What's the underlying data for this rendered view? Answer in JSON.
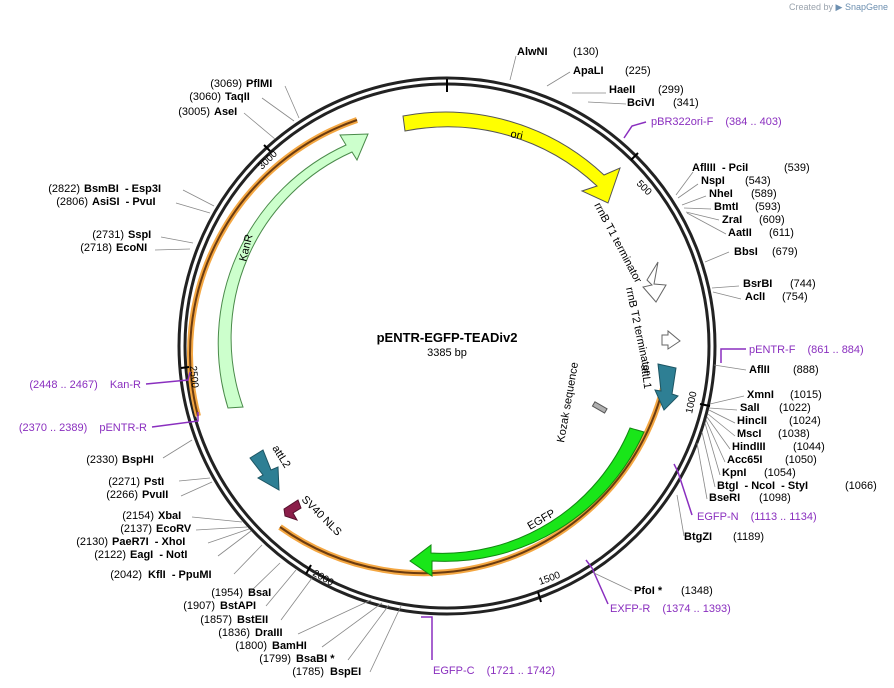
{
  "credit": {
    "prefix": "Created by",
    "brand": "SnapGene"
  },
  "plasmid": {
    "name": "pENTR-EGFP-TEADiv2",
    "size_label": "3385 bp",
    "length": 3385
  },
  "ticks": [
    "500",
    "1000",
    "1500",
    "2000",
    "2500",
    "3000"
  ],
  "features": [
    {
      "label": "ori",
      "color": "#ffff00"
    },
    {
      "label": "rrnB T1 terminator",
      "color": "#ffffff"
    },
    {
      "label": "rrnB T2 terminator",
      "color": "#ffffff"
    },
    {
      "label": "attL1",
      "color": "#2e7f94"
    },
    {
      "label": "Kozak sequence",
      "color": "#b0b0b0"
    },
    {
      "label": "EGFP",
      "color": "#19e619"
    },
    {
      "label": "SV40 NLS",
      "color": "#8b1e4a"
    },
    {
      "label": "attL2",
      "color": "#2e7f94"
    },
    {
      "label": "KanR",
      "color": "#ccffcc"
    }
  ],
  "primers": [
    {
      "name": "pBR322ori-F",
      "range": "(384 .. 403)"
    },
    {
      "name": "pENTR-F",
      "range": "(861 .. 884)"
    },
    {
      "name": "EGFP-N",
      "range": "(1113 .. 1134)"
    },
    {
      "name": "EXFP-R",
      "range": "(1374 .. 1393)"
    },
    {
      "name": "EGFP-C",
      "range": "(1721 .. 1742)"
    },
    {
      "name": "pENTR-R",
      "range": "(2370 .. 2389)"
    },
    {
      "name": "Kan-R",
      "range": "(2448 .. 2467)"
    }
  ],
  "enzymes_right": [
    {
      "name": "AlwNI",
      "pos": "(130)"
    },
    {
      "name": "ApaLI",
      "pos": "(225)"
    },
    {
      "name": "HaeII",
      "pos": "(299)"
    },
    {
      "name": "BciVI",
      "pos": "(341)"
    },
    {
      "name": "AflIII  - PciI",
      "pos": "(539)"
    },
    {
      "name": "NspI",
      "pos": "(543)"
    },
    {
      "name": "NheI",
      "pos": "(589)"
    },
    {
      "name": "BmtI",
      "pos": "(593)"
    },
    {
      "name": "ZraI",
      "pos": "(609)"
    },
    {
      "name": "AatII",
      "pos": "(611)"
    },
    {
      "name": "BbsI",
      "pos": "(679)"
    },
    {
      "name": "BsrBI",
      "pos": "(744)"
    },
    {
      "name": "AclI",
      "pos": "(754)"
    },
    {
      "name": "AflII",
      "pos": "(888)"
    },
    {
      "name": "XmnI",
      "pos": "(1015)"
    },
    {
      "name": "SalI",
      "pos": "(1022)"
    },
    {
      "name": "HincII",
      "pos": "(1024)"
    },
    {
      "name": "MscI",
      "pos": "(1038)"
    },
    {
      "name": "HindIII",
      "pos": "(1044)"
    },
    {
      "name": "Acc65I",
      "pos": "(1050)"
    },
    {
      "name": "KpnI",
      "pos": "(1054)"
    },
    {
      "name": "BtgI  - NcoI  - StyI",
      "pos": "(1066)"
    },
    {
      "name": "BseRI",
      "pos": "(1098)"
    },
    {
      "name": "BtgZI",
      "pos": "(1189)"
    },
    {
      "name": "PfoI *",
      "pos": "(1348)"
    }
  ],
  "enzymes_left": [
    {
      "name": "PflMI",
      "pos": "(3069)"
    },
    {
      "name": "TaqII",
      "pos": "(3060)"
    },
    {
      "name": "AseI",
      "pos": "(3005)"
    },
    {
      "name": "BsmBI  - Esp3I",
      "pos": "(2822)"
    },
    {
      "name": "AsiSI  - PvuI",
      "pos": "(2806)"
    },
    {
      "name": "SspI",
      "pos": "(2731)"
    },
    {
      "name": "EcoNI",
      "pos": "(2718)"
    },
    {
      "name": "BspHI",
      "pos": "(2330)"
    },
    {
      "name": "PstI",
      "pos": "(2271)"
    },
    {
      "name": "PvuII",
      "pos": "(2266)"
    },
    {
      "name": "XbaI",
      "pos": "(2154)"
    },
    {
      "name": "EcoRV",
      "pos": "(2137)"
    },
    {
      "name": "PaeR7I  - XhoI",
      "pos": "(2130)"
    },
    {
      "name": "EagI  - NotI",
      "pos": "(2122)"
    },
    {
      "name": "KflI  - PpuMI",
      "pos": "(2042)"
    },
    {
      "name": "BsaI",
      "pos": "(1954)"
    },
    {
      "name": "BstAPI",
      "pos": "(1907)"
    },
    {
      "name": "BstEII",
      "pos": "(1857)"
    },
    {
      "name": "DraIII",
      "pos": "(1836)"
    },
    {
      "name": "BamHI",
      "pos": "(1800)"
    },
    {
      "name": "BsaBI *",
      "pos": "(1799)"
    },
    {
      "name": "BspEI",
      "pos": "(1785)"
    }
  ]
}
